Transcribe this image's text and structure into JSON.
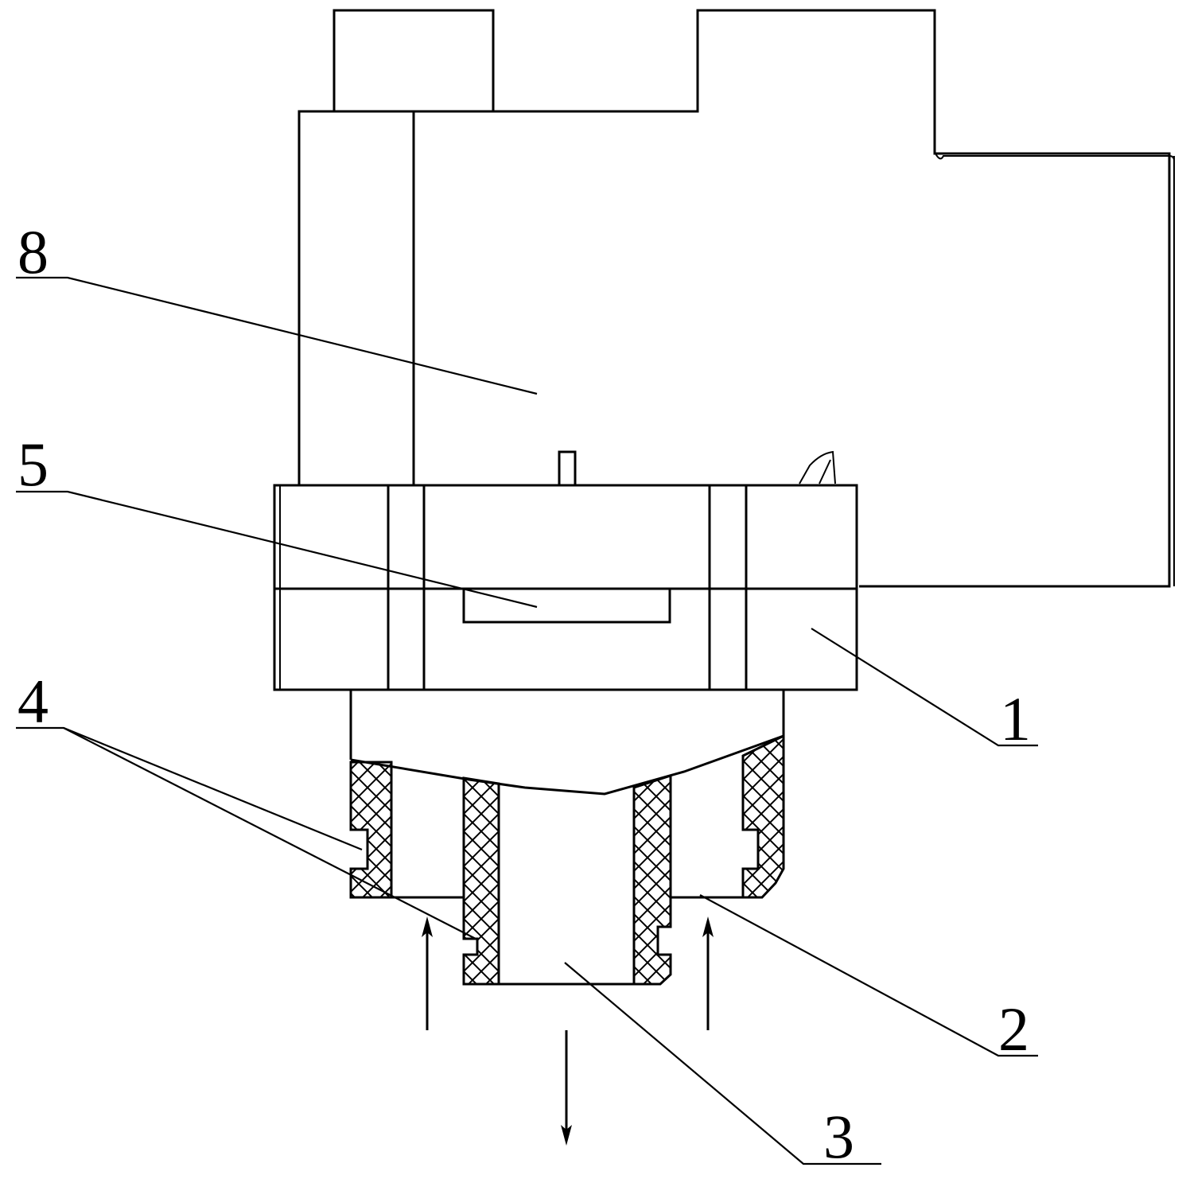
{
  "labels": {
    "l8": "8",
    "l5": "5",
    "l4": "4",
    "l1": "1",
    "l2": "2",
    "l3": "3"
  },
  "colors": {
    "line": "#000000",
    "background": "#ffffff"
  }
}
